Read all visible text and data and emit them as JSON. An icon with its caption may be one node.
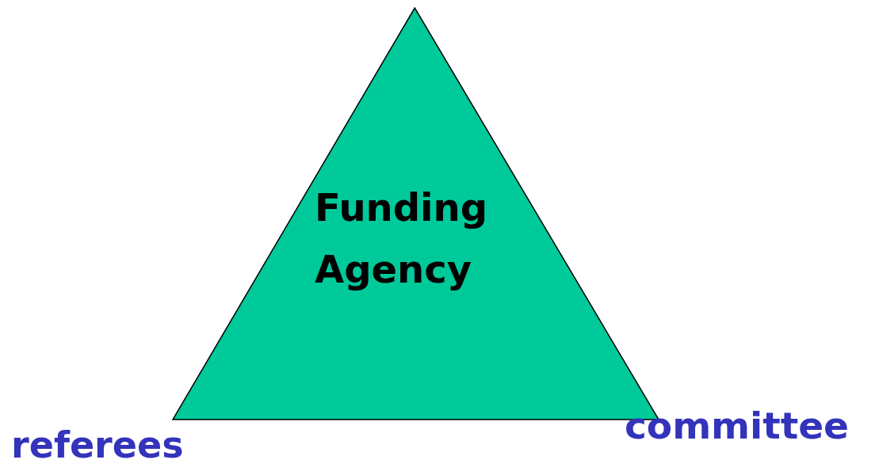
{
  "diagram": {
    "nodes": [
      {
        "text": [
          "Funding Agency"
        ]
      }
    ],
    "labels": [
      "referees",
      "committee"
    ]
  }
}
